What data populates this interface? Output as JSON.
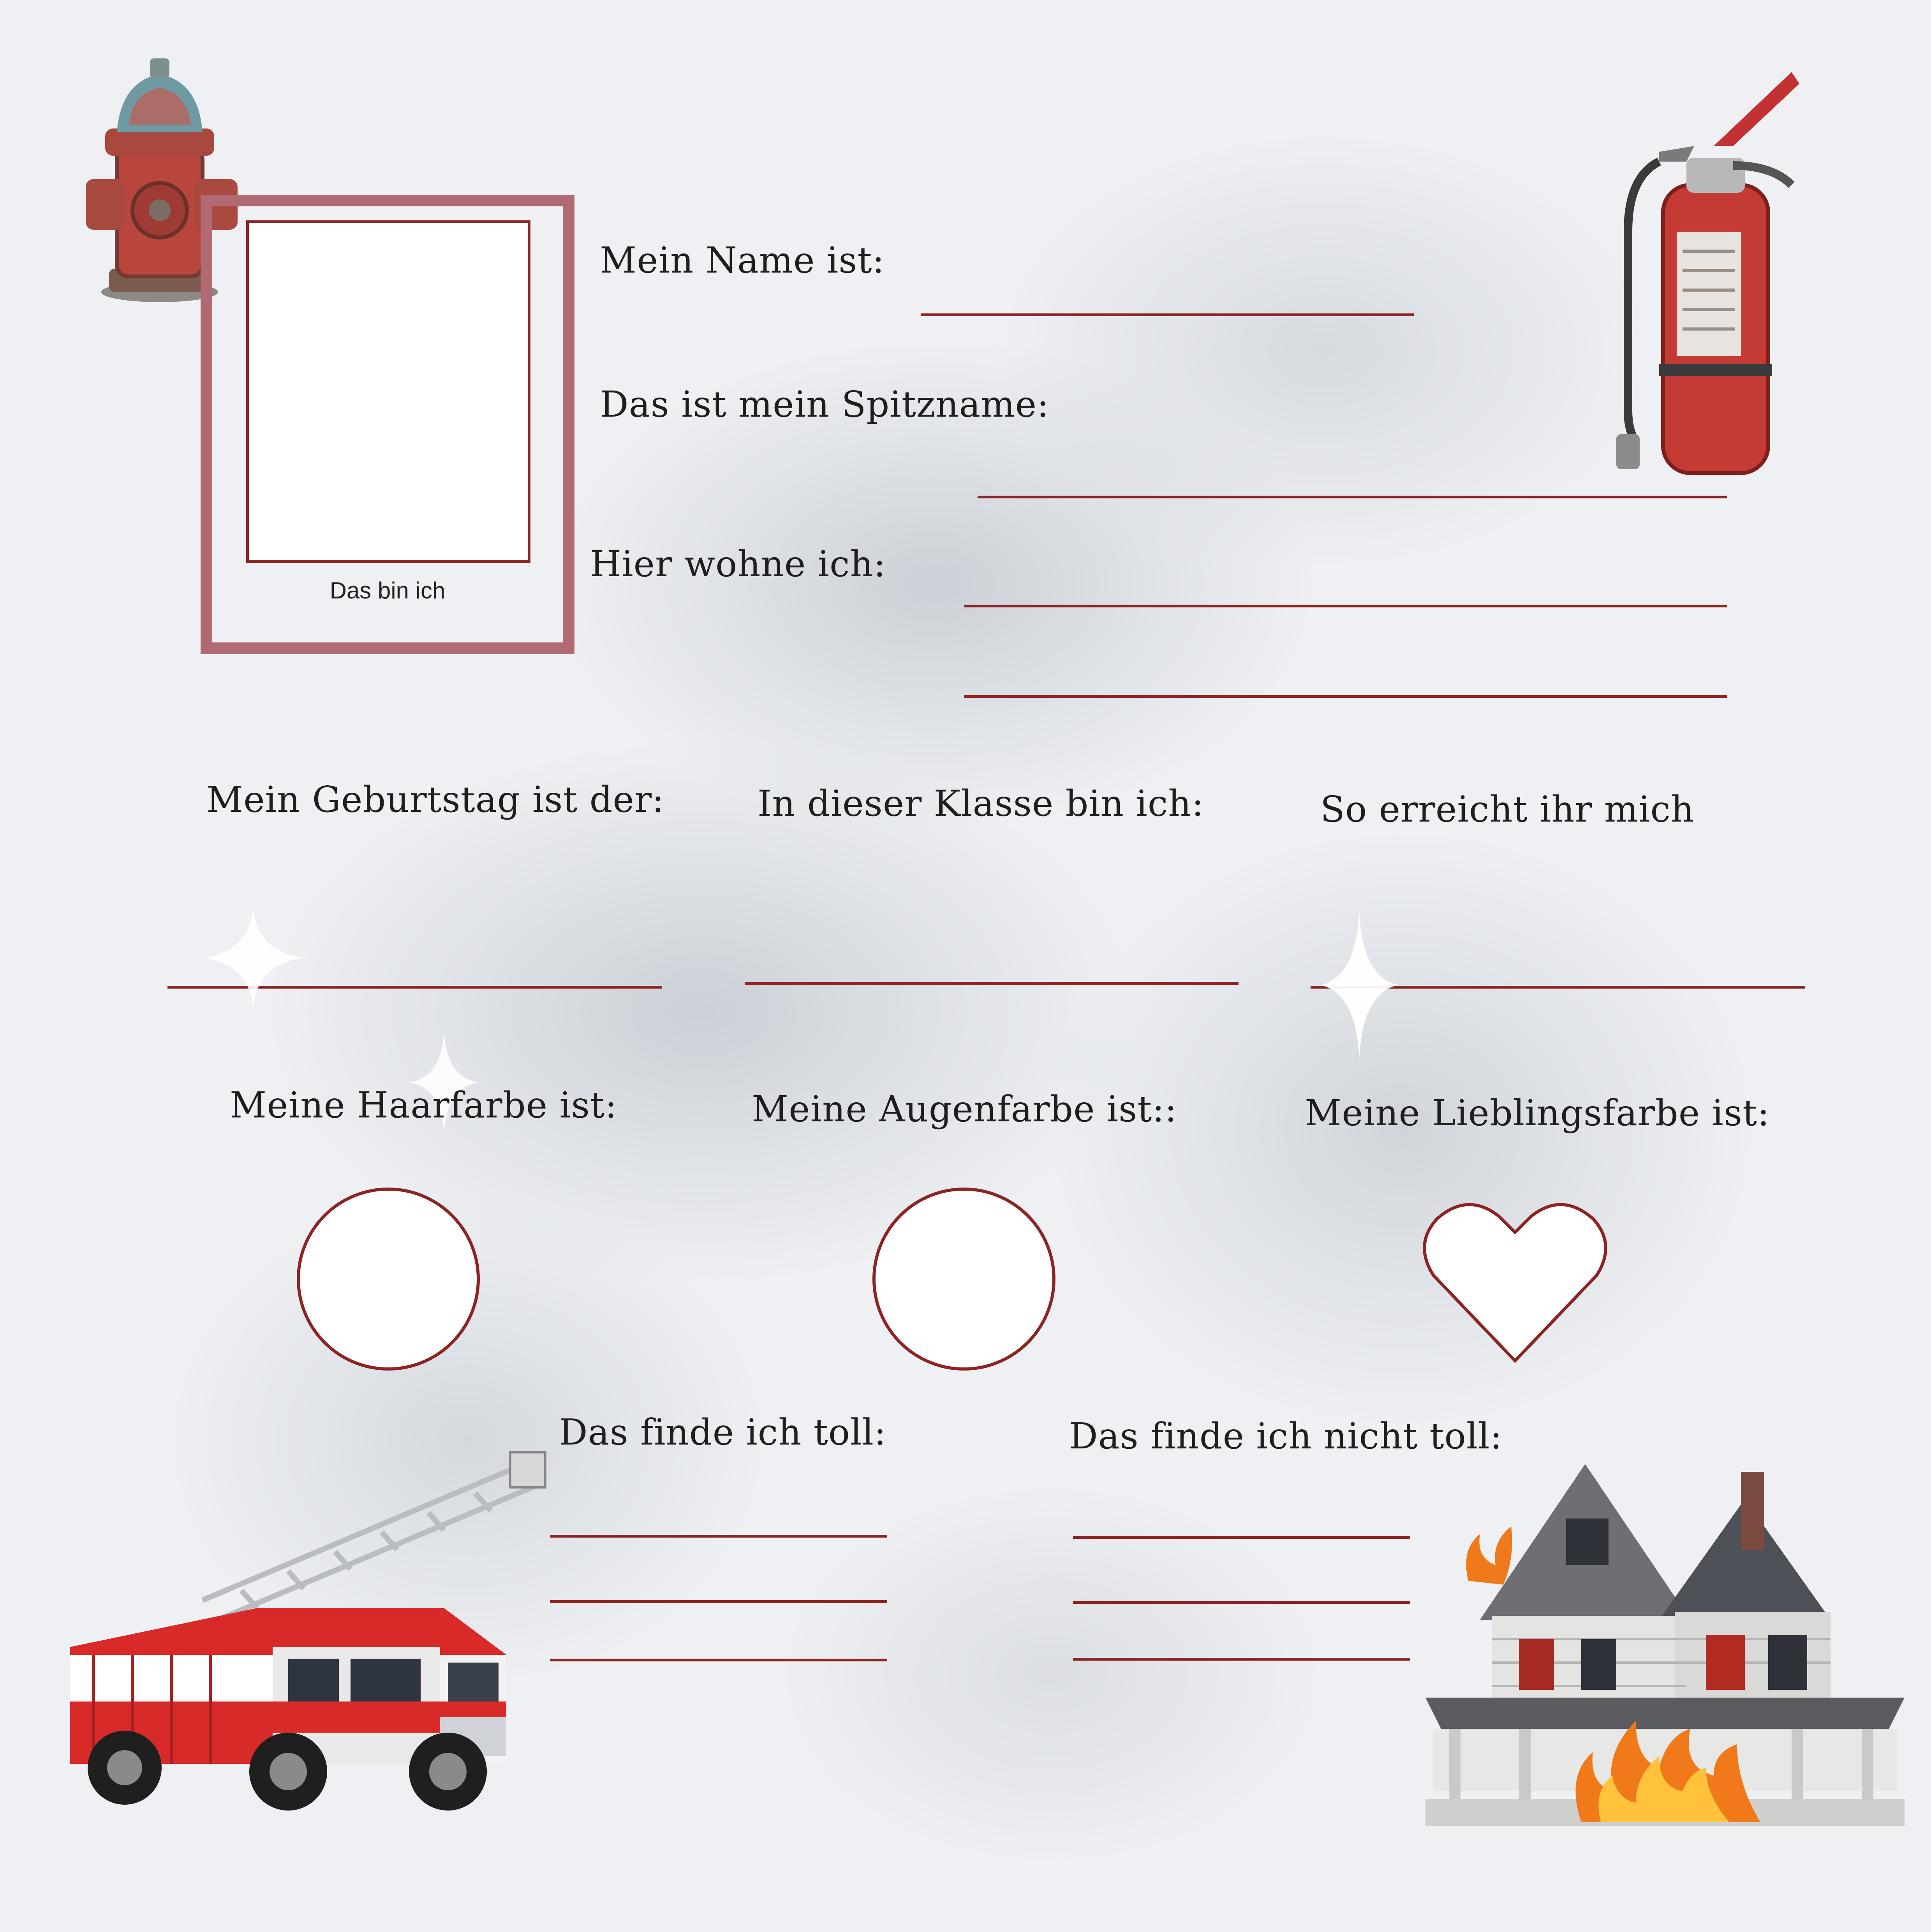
{
  "photo": {
    "caption": "Das bin ich"
  },
  "fields": {
    "name": "Mein Name ist:",
    "nickname": "Das ist mein Spitzname:",
    "address": "Hier wohne ich:",
    "birthday": "Mein Geburtstag ist der:",
    "class": "In dieser Klasse bin ich:",
    "contact": "So erreicht ihr mich",
    "hair": "Meine Haarfarbe ist:",
    "eyes": "Meine Augenfarbe ist::",
    "favorite_color": "Meine Lieblingsfarbe ist:",
    "likes": "Das finde ich toll:",
    "dislikes": "Das finde ich nicht toll:"
  },
  "colors": {
    "accent_line": "#8c2424",
    "frame": "#b26a72"
  },
  "icons": [
    "fire-hydrant-icon",
    "fire-extinguisher-icon",
    "fire-truck-icon",
    "burning-house-icon",
    "heart-icon",
    "sparkle-icon"
  ]
}
